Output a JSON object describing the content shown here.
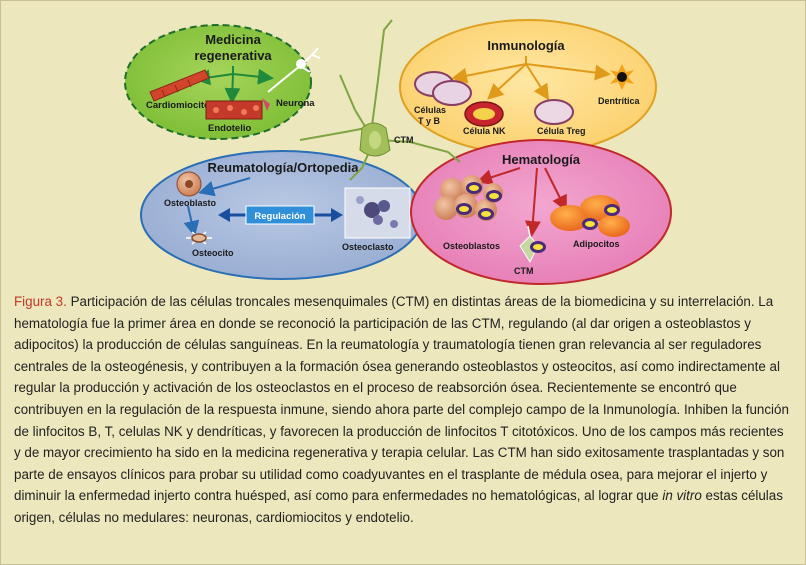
{
  "diagram": {
    "medicina": {
      "title_line1": "Medicina",
      "title_line2": "regenerativa",
      "cardiomiocito": "Cardiomiocito",
      "neurona": "Neurona",
      "endotelio": "Endotelio"
    },
    "inmunologia": {
      "title": "Inmunología",
      "celulas_line1": "Células",
      "celulas_line2": "T y B",
      "celula_nk": "Célula NK",
      "celula_treg": "Célula Treg",
      "dendritica": "Dentrítica"
    },
    "ctm_center": "CTM",
    "reumatologia": {
      "title": "Reumatología/Ortopedia",
      "osteoblasto": "Osteoblasto",
      "osteocito": "Osteocito",
      "osteoclasto": "Osteoclasto",
      "regulacion": "Regulación"
    },
    "hematologia": {
      "title": "Hematología",
      "osteoblastos": "Osteoblastos",
      "adipocitos": "Adipocitos",
      "ctm": "CTM"
    },
    "colors": {
      "green": "#8cc63e",
      "orange": "#fbd67a",
      "blue": "#a7b9d9",
      "pink": "#ec8fc1",
      "regulacion": "#2f8fd8"
    }
  },
  "caption": {
    "figure_label": "Figura 3.",
    "part1": " Participación de las células troncales mesenquimales (CTM) en distintas áreas de la biomedicina y su interrelación. La hematología fue la primer área en donde se reconoció la participación de las CTM, regulando (al dar origen a osteoblastos y adipocitos) la producción de células sanguíneas. En la reumatología y traumatología tienen gran relevancia al ser reguladores centrales de la osteogénesis, y contribuyen a la formación ósea generando osteoblastos y osteocitos, así como indirectamente al regular la producción y activación de los osteoclastos en el proceso de reabsorción ósea. Recientemente se encontró que contribuyen en la regulación de la respuesta inmune, siendo ahora parte del complejo campo de la Inmunología. Inhiben la función de linfocitos  B, T, celulas NK y dendríticas, y favorecen la producción de linfocitos T citotóxicos. Uno de los campos más recientes y de mayor crecimiento ha sido en la medicina regenerativa y terapia celular. Las CTM han sido exitosamente trasplantadas y son parte de ensayos clínicos para probar su utilidad como coadyuvantes en el trasplante de médula osea, para mejorar el injerto y diminuir la enfermedad injerto contra huésped, así como para enfermedades no hematológicas, al lograr que ",
    "italic": "in vitro",
    "part2": " estas células origen, células no medulares: neuronas, cardiomiocitos y endotelio."
  }
}
